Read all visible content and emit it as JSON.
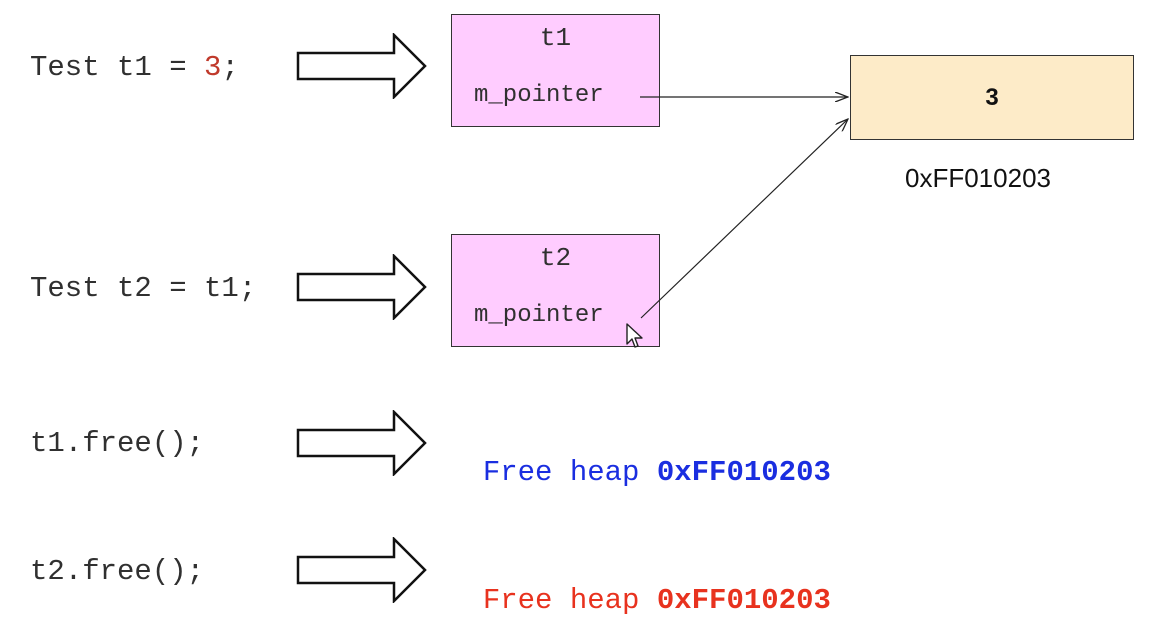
{
  "rows": [
    {
      "code_prefix": "Test t1 = ",
      "code_number": "3",
      "code_suffix": ";"
    },
    {
      "code": "Test t2 = t1;"
    },
    {
      "code": "t1.free();",
      "result_text": "Free heap ",
      "result_addr": "0xFF010203",
      "color": "#1a2ee0"
    },
    {
      "code": "t2.free();",
      "result_text": "Free heap ",
      "result_addr": "0xFF010203",
      "color": "#e8321e"
    }
  ],
  "objects": [
    {
      "name": "t1",
      "field": "m_pointer"
    },
    {
      "name": "t2",
      "field": "m_pointer"
    }
  ],
  "heap": {
    "value": "3",
    "address": "0xFF010203"
  },
  "colors": {
    "object_fill": "#ffccff",
    "heap_fill": "#fdebc8",
    "number_literal": "#c0392b"
  }
}
